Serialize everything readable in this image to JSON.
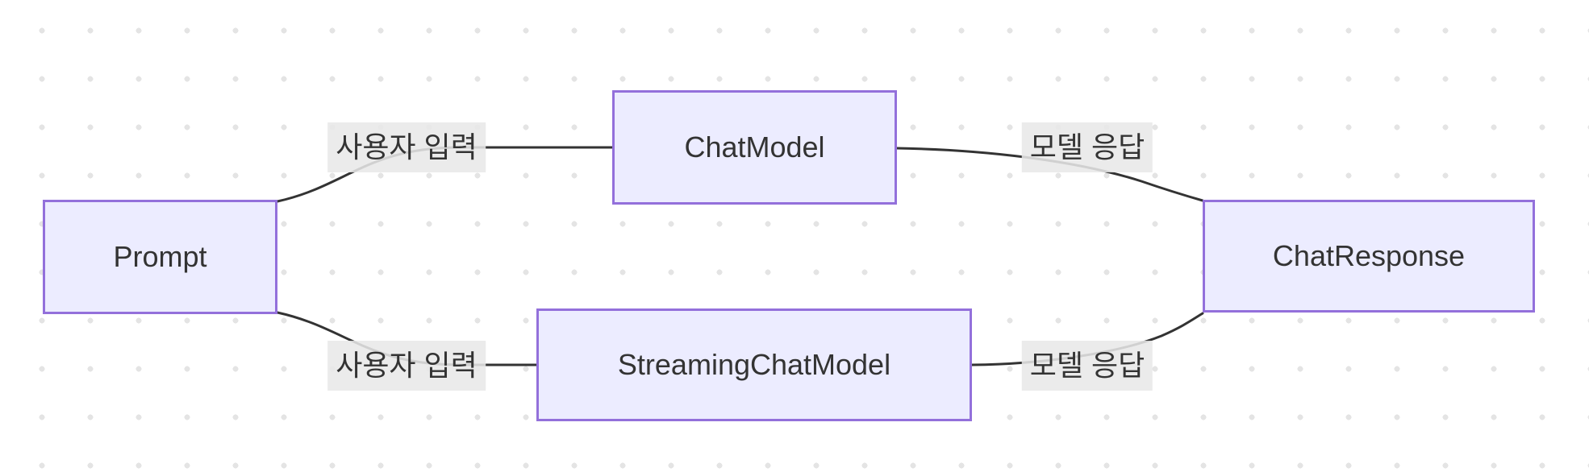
{
  "diagram": {
    "type": "flowchart",
    "nodes": [
      {
        "id": "prompt",
        "label": "Prompt"
      },
      {
        "id": "chat-model",
        "label": "ChatModel"
      },
      {
        "id": "streaming-chat-model",
        "label": "StreamingChatModel"
      },
      {
        "id": "chat-response",
        "label": "ChatResponse"
      }
    ],
    "edges": [
      {
        "from": "Prompt",
        "to": "ChatModel",
        "label": "사용자 입력"
      },
      {
        "from": "Prompt",
        "to": "StreamingChatModel",
        "label": "사용자 입력"
      },
      {
        "from": "ChatModel",
        "to": "ChatResponse",
        "label": "모델 응답"
      },
      {
        "from": "StreamingChatModel",
        "to": "ChatResponse",
        "label": "모델 응답"
      }
    ],
    "colors": {
      "node_fill": "#ECECFF",
      "node_border": "#9370DB",
      "edge_line": "#333333",
      "edge_label_bg": "#E8E8E8",
      "text": "#333333",
      "dot": "#E4E4E4",
      "background": "#FFFFFF"
    }
  }
}
